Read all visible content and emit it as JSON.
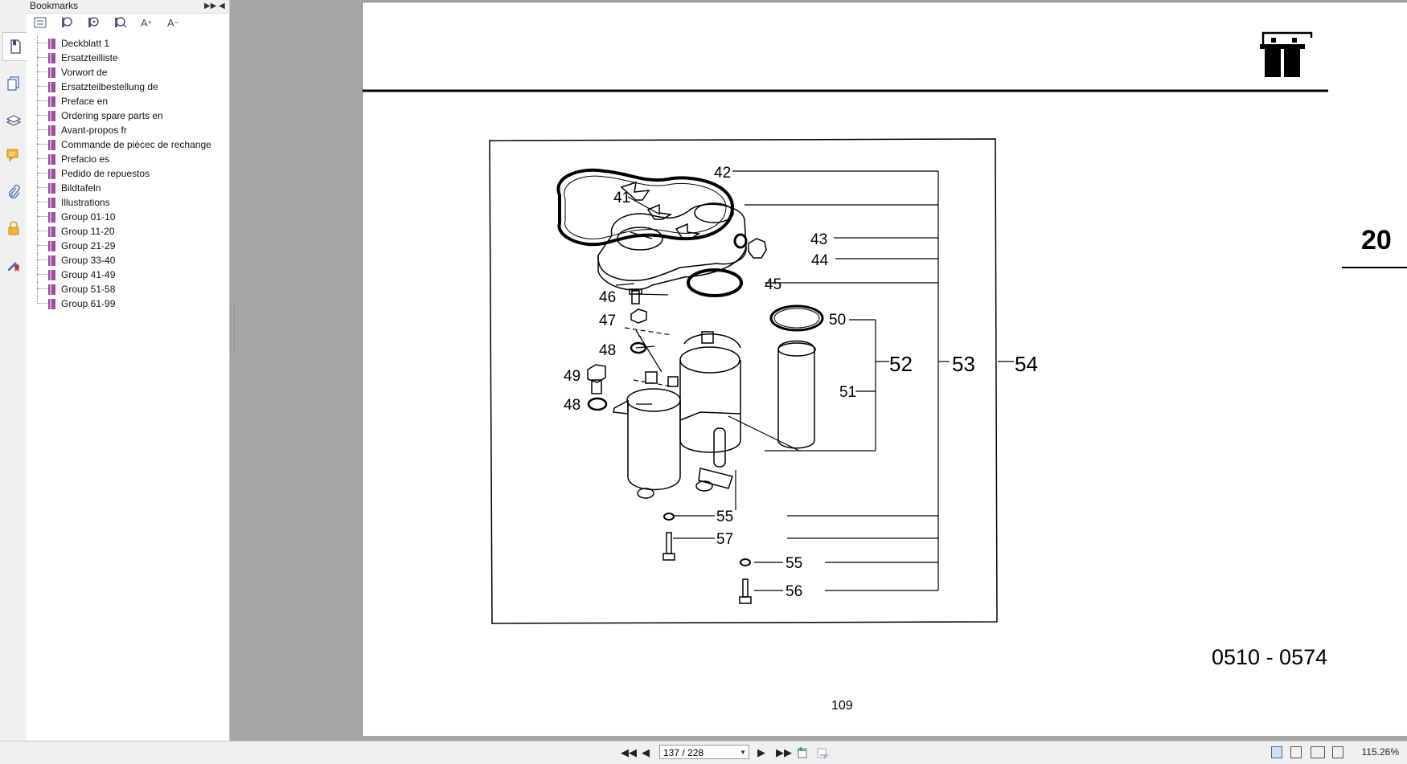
{
  "sidebar": {
    "title": "Bookmarks",
    "tools": [
      "list-options-icon",
      "expand-bookmark-icon",
      "find-bookmark-icon",
      "bookmark-search-icon",
      "increase-text-size-icon",
      "decrease-text-size-icon"
    ],
    "left_icons": [
      "pages-icon",
      "layers-icon",
      "comments-icon",
      "attachments-icon",
      "security-icon",
      "signatures-icon",
      "thumbnails-icon"
    ],
    "bookmarks": [
      "Deckblatt 1",
      "Ersatzteilliste",
      "Vorwort de",
      "Ersatzteilbestellung de",
      "Preface en",
      "Ordering spare parts en",
      "Avant-propos fr",
      "Commande de piècec de rechange",
      "Prefacio es",
      "Pedido de repuestos",
      "Bildtafeln",
      "Illustrations",
      "Group 01-10",
      "Group 11-20",
      "Group 21-29",
      "Group 33-40",
      "Group 41-49",
      "Group 51-58",
      "Group 61-99"
    ]
  },
  "document": {
    "section_number": "20",
    "part_range": "0510 - 0574",
    "page_number": "109",
    "callouts": {
      "c41": "41",
      "c42": "42",
      "c43": "43",
      "c44": "44",
      "c45": "45",
      "c46": "46",
      "c47": "47",
      "c48a": "48",
      "c48b": "48",
      "c49": "49",
      "c50": "50",
      "c51": "51",
      "c52": "52",
      "c53": "53",
      "c54": "54",
      "c55a": "55",
      "c55b": "55",
      "c56": "56",
      "c57": "57"
    }
  },
  "statusbar": {
    "page_field": "137 / 228",
    "zoom": "115.26%"
  }
}
